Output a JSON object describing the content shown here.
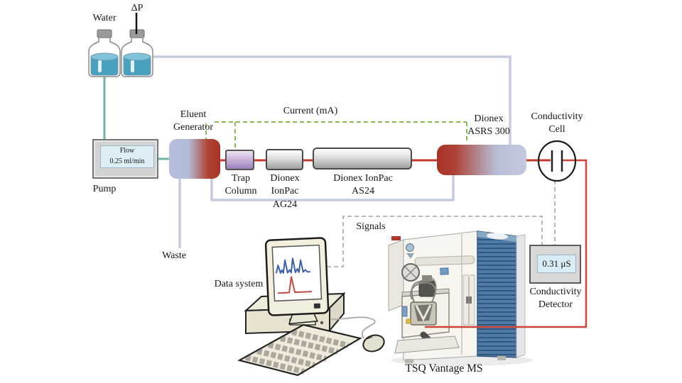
{
  "diagram": {
    "reservoirs": {
      "water_label": "Water",
      "pressure_label": "ΔP"
    },
    "pump": {
      "label": "Pump",
      "display": "Flow\n0.25 ml/min"
    },
    "eluent_generator": {
      "label": "Eluent\nGenerator"
    },
    "current_line": {
      "label": "Current (mA)"
    },
    "trap_column": {
      "label": "Trap\nColumn"
    },
    "guard_column": {
      "label": "Dionex\nIonPac\nAG24"
    },
    "analytical_column": {
      "label": "Dionex IonPac\nAS24"
    },
    "suppressor": {
      "label": "Dionex\nASRS 300"
    },
    "conductivity_cell": {
      "label": "Conductivity\nCell"
    },
    "waste": {
      "label": "Waste"
    },
    "signals": {
      "label": "Signals"
    },
    "data_system": {
      "label": "Data system"
    },
    "conductivity_detector": {
      "label": "Conductivity\nDetector",
      "reading": "0.31 μS"
    },
    "mass_spec": {
      "label": "TSQ Vantage MS"
    },
    "colors": {
      "water_line": "#6fb3a8",
      "regenerant_line": "#c6cbdf",
      "eluent_line": "#c23b2e",
      "current_dashed_line": "#86bb55",
      "signal_dashed_line": "#b8b8b8",
      "water_fill": "#4aa0bf",
      "trap_column_fill": "#b08cc4",
      "ms_panel_blue": "#4e7ca6"
    }
  }
}
